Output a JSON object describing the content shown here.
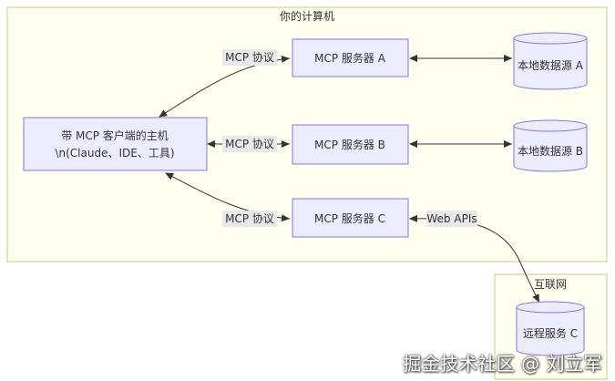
{
  "diagram": {
    "clusters": {
      "computer": "你的计算机",
      "internet": "互联网"
    },
    "nodes": {
      "host_line1": "带 MCP 客户端的主机",
      "host_line2": "\\n(Claude、IDE、工具)",
      "server_a": "MCP 服务器 A",
      "server_b": "MCP 服务器 B",
      "server_c": "MCP 服务器 C",
      "source_a": "本地数据源 A",
      "source_b": "本地数据源 B",
      "remote_c": "远程服务 C"
    },
    "edges": {
      "protocol_a": "MCP 协议",
      "protocol_b": "MCP 协议",
      "protocol_c": "MCP 协议",
      "web_apis": "Web APIs"
    }
  },
  "watermark": "掘金技术社区 @ 刘立军",
  "colors": {
    "cluster_fill": "#fffff0",
    "cluster_stroke": "#c8c880",
    "node_fill": "#ececff",
    "node_stroke": "#9370db",
    "edge": "#333333",
    "label_bg": "#e8e8e8"
  }
}
